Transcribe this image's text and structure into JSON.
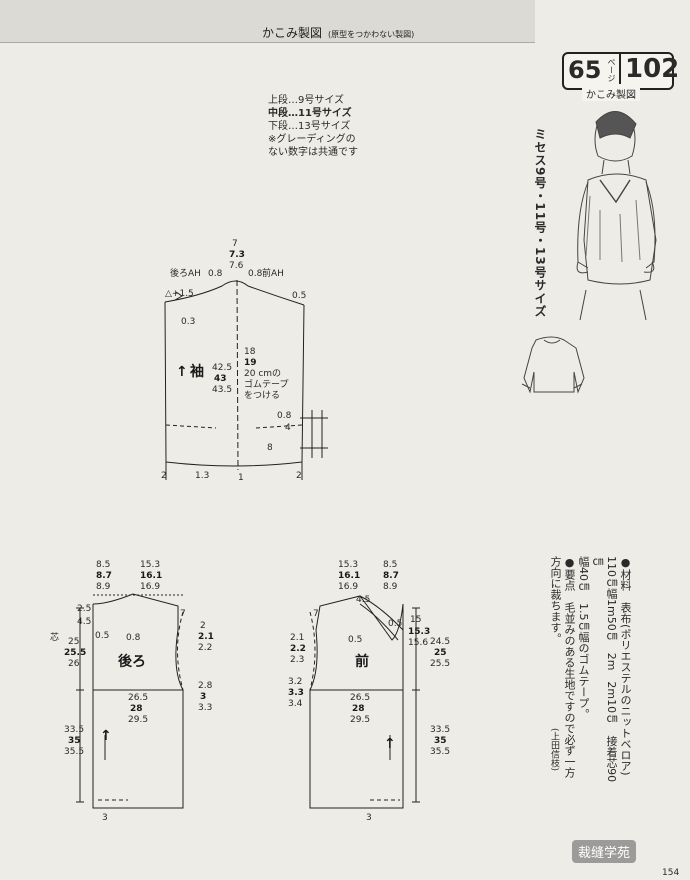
{
  "header": {
    "title": "かこみ製図",
    "subtitle": "(原型をつかわない製図)"
  },
  "page_ref": {
    "num": "65",
    "unit": "ページ",
    "pattern_no": "102",
    "label": "かこみ製図"
  },
  "legend": {
    "line1": "上段…9号サイズ",
    "line2": "中段…11号サイズ",
    "line3": "下段…13号サイズ",
    "line4": "※グレーディングの",
    "line5": "ない数字は共通です"
  },
  "size_title": "ミセス9号・11号・13号サイズ",
  "materials": {
    "line1": "●材料　表布(ポリエステルのニットベロア)",
    "line2": "110㎝幅1m50㎝　2m　2m10㎝　接着芯90㎝",
    "line3": "幅40㎝　1.5㎝幅のゴムテープ。",
    "line4": "●要点　毛並みのある生地ですので必ず一方",
    "line5": "方向に裁ちます。"
  },
  "note": "(上田信枝)",
  "watermark": "裁缝学苑",
  "page_number": "154",
  "sleeve": {
    "name": "袖",
    "back_ah": "後ろAH",
    "front_ah": "前AH",
    "cap_top": [
      "7",
      "7.3",
      "7.6"
    ],
    "cap_side": "0.8",
    "cap_side2": "0.8",
    "tri": "△+1.5",
    "right_ease": "0.5",
    "cap_left": "0.3",
    "length": [
      "42.5",
      "43",
      "43.5"
    ],
    "elastic": [
      "18",
      "19",
      "20 cmの",
      "ゴムテープ",
      "をつける"
    ],
    "cuff_gap": "0.8",
    "cuff_w": "4",
    "cuff_h": "8",
    "hem_left": "2",
    "hem_center": "1.3",
    "hem_mid": "1",
    "hem_right": "2"
  },
  "back": {
    "name": "後ろ",
    "shoulder_w1": [
      "8.5",
      "8.7",
      "8.9"
    ],
    "shoulder_w2": [
      "15.3",
      "16.1",
      "16.9"
    ],
    "neck_depth": "2.5",
    "neck_inner": "4.5",
    "neck_a": "0.5",
    "neck_b": "0.8",
    "shoulder_drop": "7",
    "armhole_side": [
      "2",
      "2.1",
      "2.2"
    ],
    "armhole_low": [
      "2.8",
      "3",
      "3.3"
    ],
    "arm_depth": [
      "25",
      "25.5",
      "26"
    ],
    "width": [
      "26.5",
      "28",
      "29.5"
    ],
    "length": [
      "33.5",
      "35",
      "35.5"
    ],
    "hem": "3",
    "core": "芯"
  },
  "front": {
    "name": "前",
    "shoulder_w1": [
      "15.3",
      "16.1",
      "16.9"
    ],
    "shoulder_w2": [
      "8.5",
      "8.7",
      "8.9"
    ],
    "neck_a": "4.5",
    "neck_b": "0.5",
    "neck_c": "0.5",
    "neck_depth": "15",
    "neck_depth2": [
      "15.3",
      "15.6"
    ],
    "shoulder_drop": "7",
    "armhole_side": [
      "2.1",
      "2.2",
      "2.3"
    ],
    "armhole_low": [
      "3.2",
      "3.3",
      "3.4"
    ],
    "side_depth": [
      "24.5",
      "25",
      "25.5"
    ],
    "width": [
      "26.5",
      "28",
      "29.5"
    ],
    "length": [
      "33.5",
      "35",
      "35.5"
    ],
    "hem": "3"
  }
}
